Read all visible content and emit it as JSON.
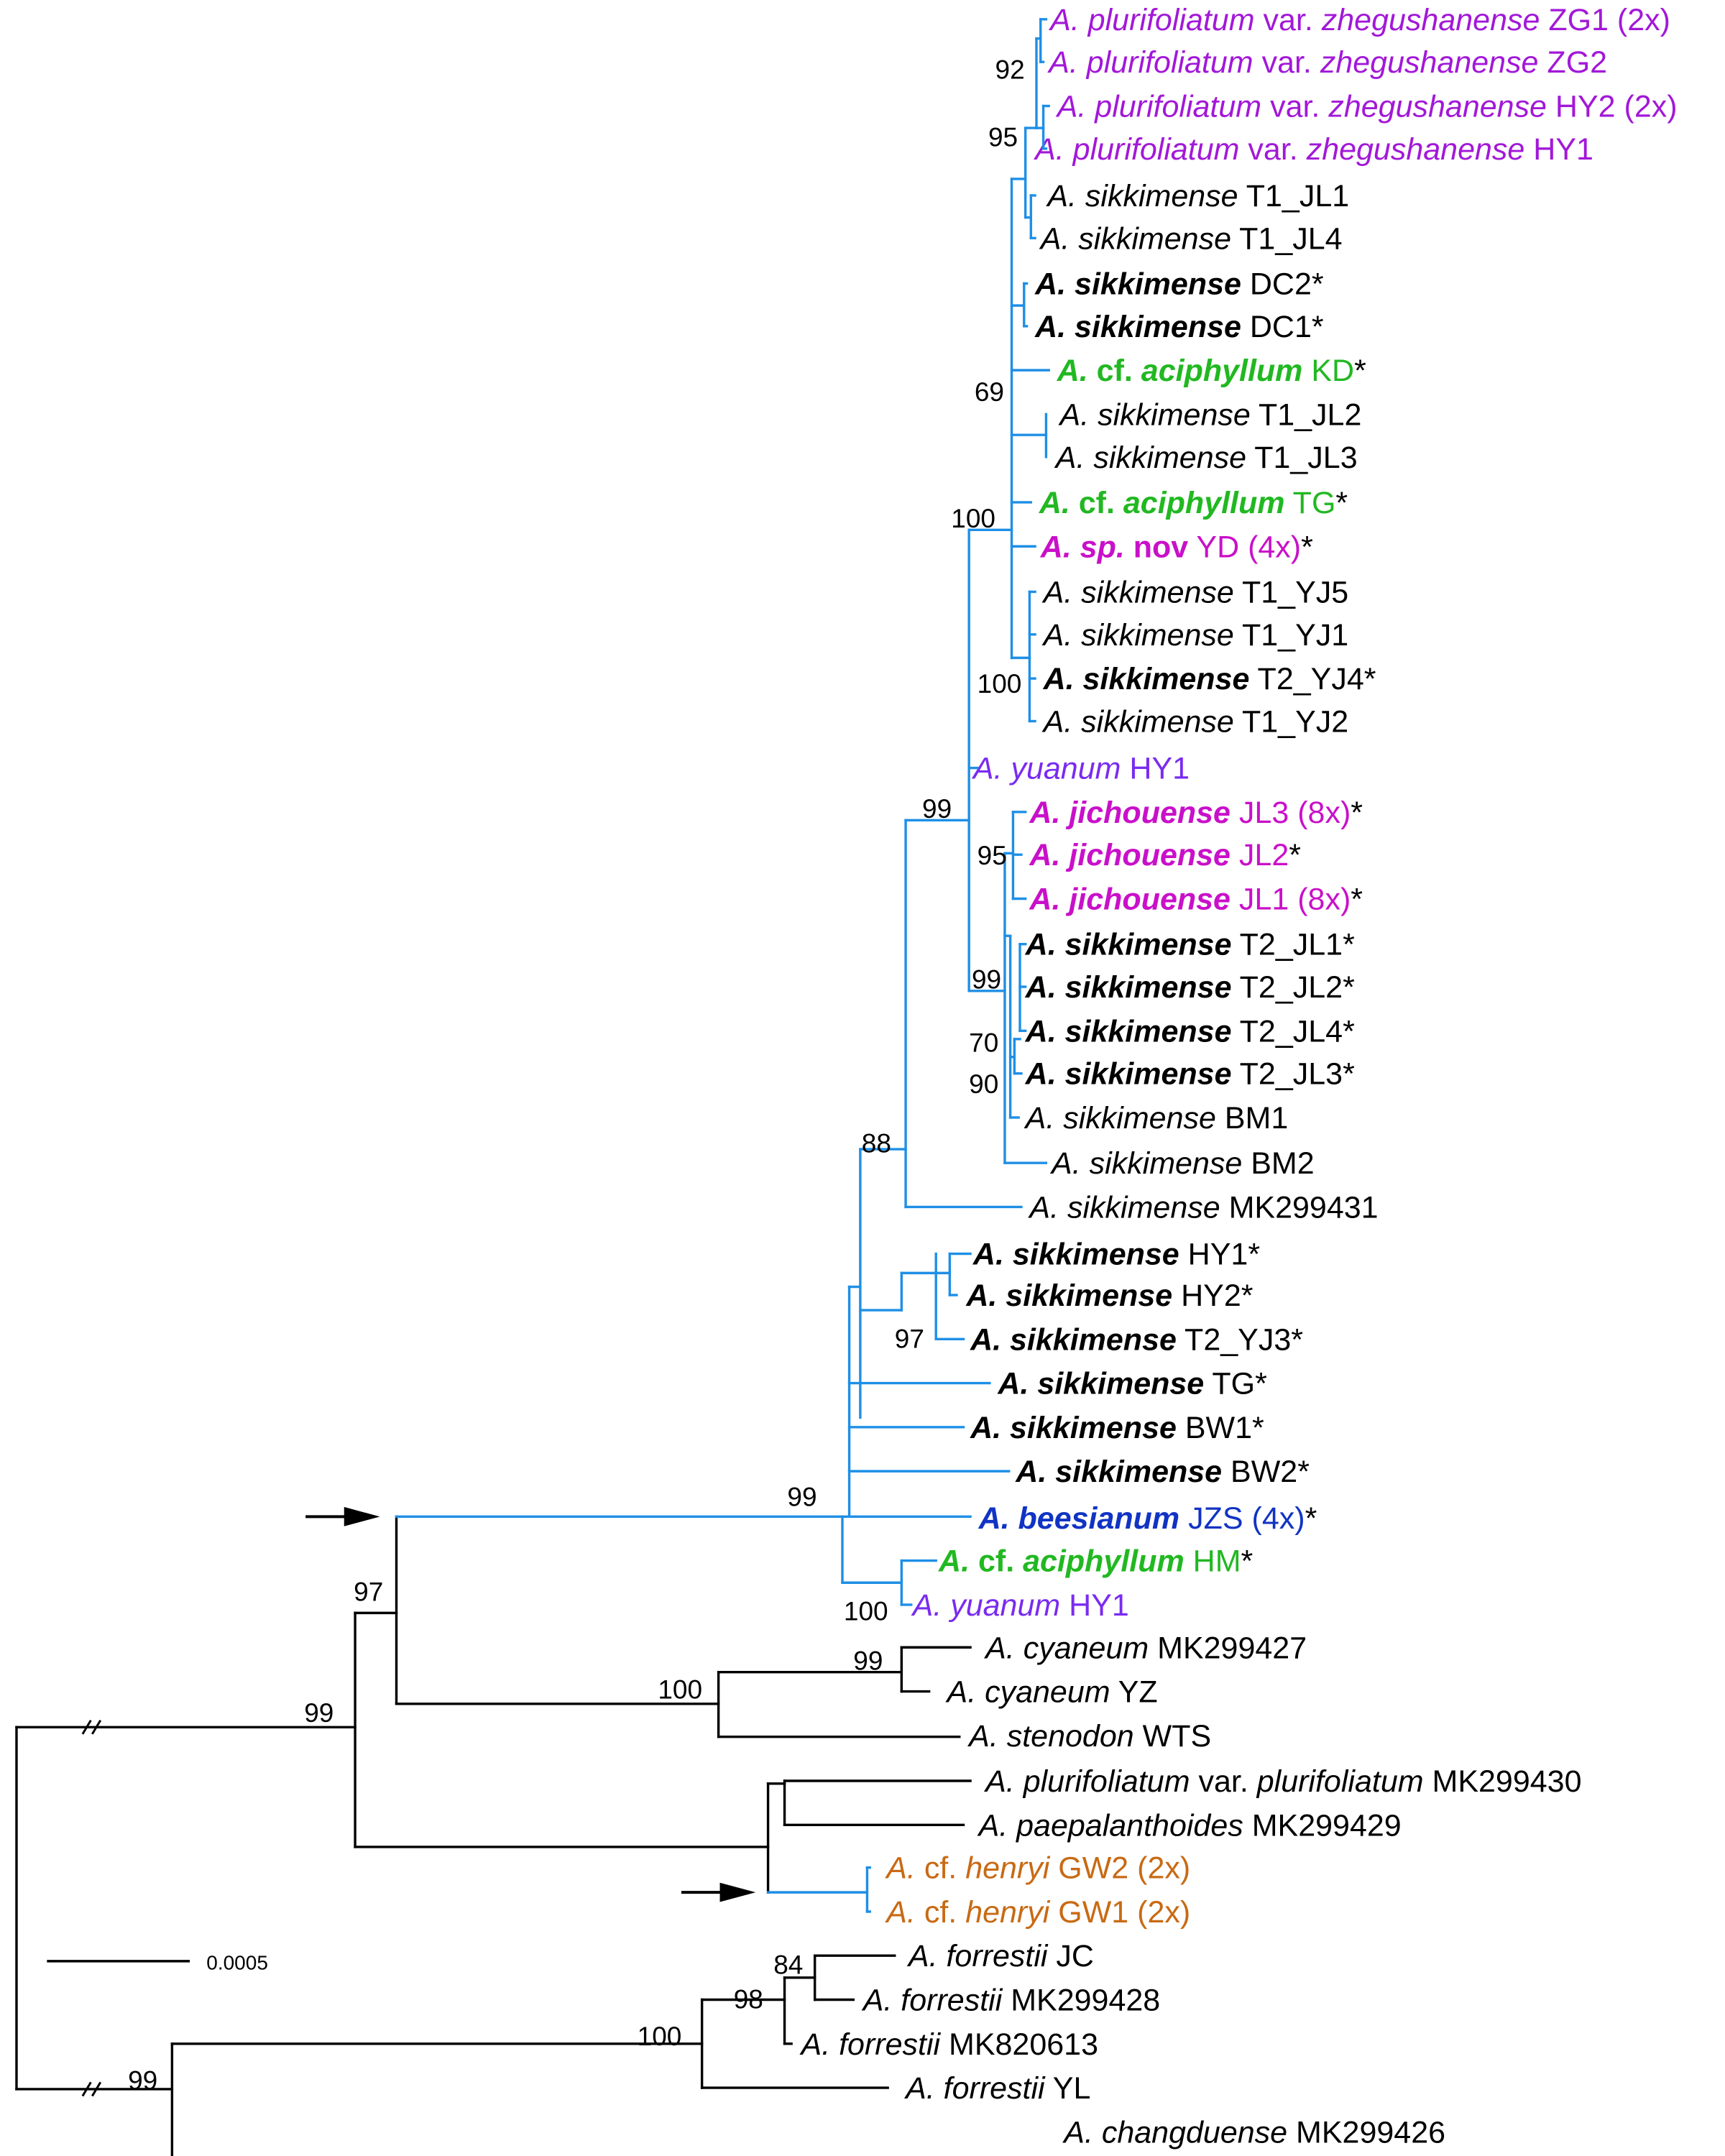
{
  "colors": {
    "purple": "#A218D8",
    "black": "#000000",
    "green": "#21B821",
    "magenta": "#C910C9",
    "violet": "#7A2BF0",
    "blue": "#1133C4",
    "orange": "#C86A14",
    "branch_blue": "#1E8FE6",
    "branch_black": "#000000"
  },
  "scale_bar": {
    "label": "0.0005"
  },
  "taxa": [
    {
      "id": "zg1",
      "color": "purple",
      "star": false,
      "parts": [
        [
          "A. plurifoliatum",
          "i"
        ],
        [
          " var. ",
          ""
        ],
        [
          "zhegushanense",
          "i"
        ],
        [
          " ZG1 (2x)",
          ""
        ]
      ]
    },
    {
      "id": "zg2",
      "color": "purple",
      "star": false,
      "parts": [
        [
          "A. plurifoliatum",
          "i"
        ],
        [
          " var. ",
          ""
        ],
        [
          "zhegushanense",
          "i"
        ],
        [
          " ZG2",
          ""
        ]
      ]
    },
    {
      "id": "hy2z",
      "color": "purple",
      "star": false,
      "parts": [
        [
          "A. plurifoliatum",
          "i"
        ],
        [
          " var. ",
          ""
        ],
        [
          "zhegushanense",
          "i"
        ],
        [
          " HY2 (2x)",
          ""
        ]
      ]
    },
    {
      "id": "hy1z",
      "color": "purple",
      "star": false,
      "parts": [
        [
          "A. plurifoliatum",
          "i"
        ],
        [
          " var. ",
          ""
        ],
        [
          "zhegushanense",
          "i"
        ],
        [
          " HY1",
          ""
        ]
      ]
    },
    {
      "id": "t1jl1",
      "color": "black",
      "star": false,
      "parts": [
        [
          "A. sikkimense",
          "i"
        ],
        [
          " T1_JL1",
          ""
        ]
      ]
    },
    {
      "id": "t1jl4",
      "color": "black",
      "star": false,
      "parts": [
        [
          "A. sikkimense",
          "i"
        ],
        [
          " T1_JL4",
          ""
        ]
      ]
    },
    {
      "id": "dc2",
      "color": "black",
      "star": true,
      "parts": [
        [
          "A. sikkimense",
          "bi"
        ],
        [
          " DC2",
          ""
        ]
      ]
    },
    {
      "id": "dc1",
      "color": "black",
      "star": true,
      "parts": [
        [
          "A. sikkimense",
          "bi"
        ],
        [
          " DC1",
          ""
        ]
      ]
    },
    {
      "id": "kd",
      "color": "green",
      "star": true,
      "parts": [
        [
          "A.",
          "bi"
        ],
        [
          " cf. ",
          "b"
        ],
        [
          "aciphyllum",
          "bi"
        ],
        [
          " KD",
          ""
        ]
      ]
    },
    {
      "id": "t1jl2",
      "color": "black",
      "star": false,
      "parts": [
        [
          "A. sikkimense",
          "i"
        ],
        [
          " T1_JL2",
          ""
        ]
      ]
    },
    {
      "id": "t1jl3",
      "color": "black",
      "star": false,
      "parts": [
        [
          "A. sikkimense",
          "i"
        ],
        [
          " T1_JL3",
          ""
        ]
      ]
    },
    {
      "id": "tgac",
      "color": "green",
      "star": true,
      "parts": [
        [
          "A.",
          "bi"
        ],
        [
          " cf. ",
          "b"
        ],
        [
          "aciphyllum",
          "bi"
        ],
        [
          " TG",
          ""
        ]
      ]
    },
    {
      "id": "yd",
      "color": "magenta",
      "star": true,
      "parts": [
        [
          "A. sp.",
          "bi"
        ],
        [
          " nov",
          "b"
        ],
        [
          " YD (4x)",
          ""
        ]
      ]
    },
    {
      "id": "t1yj5",
      "color": "black",
      "star": false,
      "parts": [
        [
          "A. sikkimense",
          "i"
        ],
        [
          " T1_YJ5",
          ""
        ]
      ]
    },
    {
      "id": "t1yj1",
      "color": "black",
      "star": false,
      "parts": [
        [
          "A. sikkimense",
          "i"
        ],
        [
          " T1_YJ1",
          ""
        ]
      ]
    },
    {
      "id": "t2yj4",
      "color": "black",
      "star": true,
      "parts": [
        [
          "A. sikkimense",
          "bi"
        ],
        [
          " T2_YJ4",
          ""
        ]
      ]
    },
    {
      "id": "t1yj2",
      "color": "black",
      "star": false,
      "parts": [
        [
          "A. sikkimense",
          "i"
        ],
        [
          " T1_YJ2",
          ""
        ]
      ]
    },
    {
      "id": "yuan1",
      "color": "violet",
      "star": false,
      "parts": [
        [
          "A. yuanum",
          "i"
        ],
        [
          " HY1",
          ""
        ]
      ]
    },
    {
      "id": "jl3",
      "color": "magenta",
      "star": true,
      "parts": [
        [
          "A. jichouense",
          "bi"
        ],
        [
          " JL3 (8x)",
          ""
        ]
      ]
    },
    {
      "id": "jl2",
      "color": "magenta",
      "star": true,
      "parts": [
        [
          "A. jichouense",
          "bi"
        ],
        [
          " JL2",
          ""
        ]
      ]
    },
    {
      "id": "jl1",
      "color": "magenta",
      "star": true,
      "parts": [
        [
          "A. jichouense",
          "bi"
        ],
        [
          " JL1 (8x)",
          ""
        ]
      ]
    },
    {
      "id": "t2jl1",
      "color": "black",
      "star": true,
      "parts": [
        [
          "A. sikkimense",
          "bi"
        ],
        [
          " T2_JL1",
          ""
        ]
      ]
    },
    {
      "id": "t2jl2",
      "color": "black",
      "star": true,
      "parts": [
        [
          "A. sikkimense",
          "bi"
        ],
        [
          " T2_JL2",
          ""
        ]
      ]
    },
    {
      "id": "t2jl4",
      "color": "black",
      "star": true,
      "parts": [
        [
          "A. sikkimense",
          "bi"
        ],
        [
          " T2_JL4",
          ""
        ]
      ]
    },
    {
      "id": "t2jl3",
      "color": "black",
      "star": true,
      "parts": [
        [
          "A. sikkimense",
          "bi"
        ],
        [
          " T2_JL3",
          ""
        ]
      ]
    },
    {
      "id": "bm1",
      "color": "black",
      "star": false,
      "parts": [
        [
          "A. sikkimense",
          "i"
        ],
        [
          " BM1",
          ""
        ]
      ]
    },
    {
      "id": "bm2",
      "color": "black",
      "star": false,
      "parts": [
        [
          "A. sikkimense",
          "i"
        ],
        [
          " BM2",
          ""
        ]
      ]
    },
    {
      "id": "mk431",
      "color": "black",
      "star": false,
      "parts": [
        [
          "A. sikkimense",
          "i"
        ],
        [
          " MK299431",
          ""
        ]
      ]
    },
    {
      "id": "hy1s",
      "color": "black",
      "star": true,
      "parts": [
        [
          "A. sikkimense",
          "bi"
        ],
        [
          " HY1",
          ""
        ]
      ]
    },
    {
      "id": "hy2s",
      "color": "black",
      "star": true,
      "parts": [
        [
          "A. sikkimense",
          "bi"
        ],
        [
          " HY2",
          ""
        ]
      ]
    },
    {
      "id": "t2yj3",
      "color": "black",
      "star": true,
      "parts": [
        [
          "A. sikkimense",
          "bi"
        ],
        [
          " T2_YJ3",
          ""
        ]
      ]
    },
    {
      "id": "tgs",
      "color": "black",
      "star": true,
      "parts": [
        [
          "A. sikkimense",
          "bi"
        ],
        [
          " TG",
          ""
        ]
      ]
    },
    {
      "id": "bw1",
      "color": "black",
      "star": true,
      "parts": [
        [
          "A. sikkimense",
          "bi"
        ],
        [
          " BW1",
          ""
        ]
      ]
    },
    {
      "id": "bw2",
      "color": "black",
      "star": true,
      "parts": [
        [
          "A. sikkimense",
          "bi"
        ],
        [
          " BW2",
          ""
        ]
      ]
    },
    {
      "id": "jzs",
      "color": "blue",
      "star": true,
      "parts": [
        [
          "A. beesianum",
          "bi"
        ],
        [
          " JZS (4x)",
          ""
        ]
      ]
    },
    {
      "id": "hm",
      "color": "green",
      "star": true,
      "parts": [
        [
          "A.",
          "bi"
        ],
        [
          " cf. ",
          "b"
        ],
        [
          "aciphyllum",
          "bi"
        ],
        [
          " HM",
          ""
        ]
      ]
    },
    {
      "id": "yuan2",
      "color": "violet",
      "star": false,
      "parts": [
        [
          "A. yuanum",
          "i"
        ],
        [
          " HY1",
          ""
        ]
      ]
    },
    {
      "id": "cy427",
      "color": "black",
      "star": false,
      "parts": [
        [
          "A. cyaneum",
          "i"
        ],
        [
          " MK299427",
          ""
        ]
      ]
    },
    {
      "id": "cyyz",
      "color": "black",
      "star": false,
      "parts": [
        [
          "A. cyaneum",
          "i"
        ],
        [
          " YZ",
          ""
        ]
      ]
    },
    {
      "id": "wts",
      "color": "black",
      "star": false,
      "parts": [
        [
          "A. stenodon",
          "i"
        ],
        [
          " WTS",
          ""
        ]
      ]
    },
    {
      "id": "pl430",
      "color": "black",
      "star": false,
      "parts": [
        [
          "A. plurifoliatum",
          "i"
        ],
        [
          " var. ",
          ""
        ],
        [
          "plurifoliatum",
          "i"
        ],
        [
          " MK299430",
          ""
        ]
      ]
    },
    {
      "id": "pa429",
      "color": "black",
      "star": false,
      "parts": [
        [
          "A. paepalanthoides",
          "i"
        ],
        [
          " MK299429",
          ""
        ]
      ]
    },
    {
      "id": "gw2",
      "color": "orange",
      "star": false,
      "parts": [
        [
          "A.",
          "i"
        ],
        [
          " cf. ",
          ""
        ],
        [
          "henryi",
          "i"
        ],
        [
          " GW2 (2x)",
          ""
        ]
      ]
    },
    {
      "id": "gw1",
      "color": "orange",
      "star": false,
      "parts": [
        [
          "A.",
          "i"
        ],
        [
          " cf. ",
          ""
        ],
        [
          "henryi",
          "i"
        ],
        [
          " GW1 (2x)",
          ""
        ]
      ]
    },
    {
      "id": "fojc",
      "color": "black",
      "star": false,
      "parts": [
        [
          "A. forrestii",
          "i"
        ],
        [
          " JC",
          ""
        ]
      ]
    },
    {
      "id": "fo428",
      "color": "black",
      "star": false,
      "parts": [
        [
          "A. forrestii",
          "i"
        ],
        [
          " MK299428",
          ""
        ]
      ]
    },
    {
      "id": "fo613",
      "color": "black",
      "star": false,
      "parts": [
        [
          "A. forrestii",
          "i"
        ],
        [
          " MK820613",
          ""
        ]
      ]
    },
    {
      "id": "foyl",
      "color": "black",
      "star": false,
      "parts": [
        [
          "A. forrestii",
          "i"
        ],
        [
          " YL",
          ""
        ]
      ]
    },
    {
      "id": "ch426",
      "color": "black",
      "star": false,
      "parts": [
        [
          "A. changduense",
          "i"
        ],
        [
          " MK299426",
          ""
        ]
      ]
    }
  ],
  "supports": [
    {
      "id": "s92",
      "value": "92"
    },
    {
      "id": "s95a",
      "value": "95"
    },
    {
      "id": "s69",
      "value": "69"
    },
    {
      "id": "s100a",
      "value": "100"
    },
    {
      "id": "s100b",
      "value": "100"
    },
    {
      "id": "s99a",
      "value": "99"
    },
    {
      "id": "s95b",
      "value": "95"
    },
    {
      "id": "s99b",
      "value": "99"
    },
    {
      "id": "s70",
      "value": "70"
    },
    {
      "id": "s90",
      "value": "90"
    },
    {
      "id": "s88",
      "value": "88"
    },
    {
      "id": "s97a",
      "value": "97"
    },
    {
      "id": "s99c",
      "value": "99"
    },
    {
      "id": "s100c",
      "value": "100"
    },
    {
      "id": "s97b",
      "value": "97"
    },
    {
      "id": "s99d",
      "value": "99"
    },
    {
      "id": "s100d",
      "value": "100"
    },
    {
      "id": "s99e",
      "value": "99"
    },
    {
      "id": "s84",
      "value": "84"
    },
    {
      "id": "s98",
      "value": "98"
    },
    {
      "id": "s100e",
      "value": "100"
    },
    {
      "id": "s99f",
      "value": "99"
    }
  ]
}
